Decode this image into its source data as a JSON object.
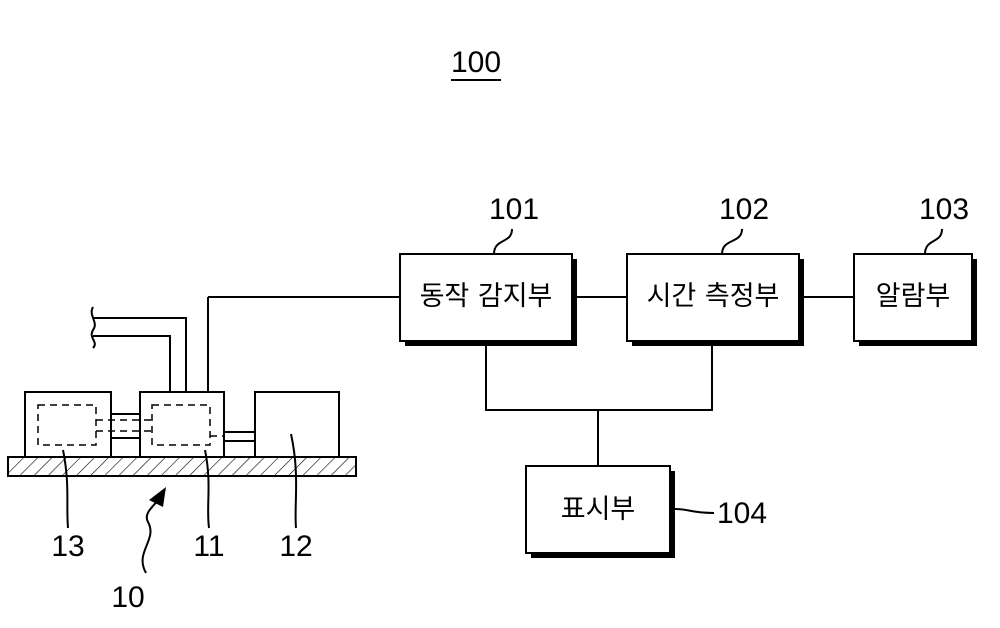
{
  "figure": {
    "ref": "100"
  },
  "blocks": {
    "motion_sensor": {
      "ref": "101",
      "label": "동작 감지부"
    },
    "time_meter": {
      "ref": "102",
      "label": "시간 측정부"
    },
    "alarm": {
      "ref": "103",
      "label": "알람부"
    },
    "display": {
      "ref": "104",
      "label": "표시부"
    }
  },
  "device": {
    "assembly_ref": "10",
    "part_11_ref": "11",
    "part_12_ref": "12",
    "part_13_ref": "13"
  }
}
